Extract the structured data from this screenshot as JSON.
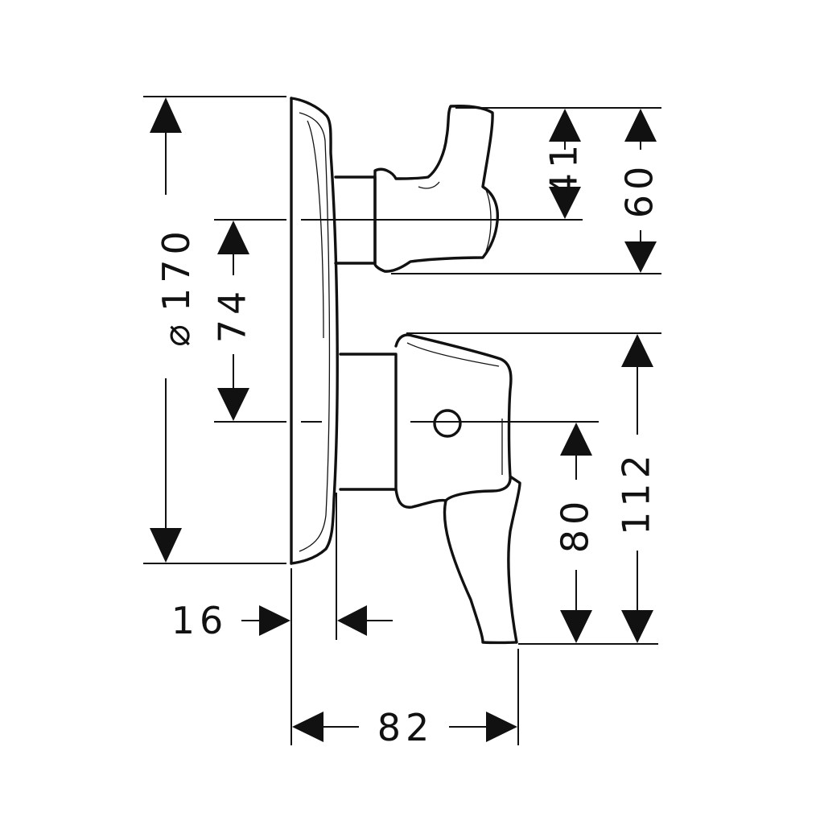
{
  "dimensions": {
    "diameter_symbol": "⌀",
    "diameter": "170",
    "centers": "74",
    "upper_handle_small": "41",
    "upper_handle_total": "60",
    "lower_handle_small": "80",
    "lower_handle_total": "112",
    "wall_depth": "16",
    "total_depth": "82"
  }
}
